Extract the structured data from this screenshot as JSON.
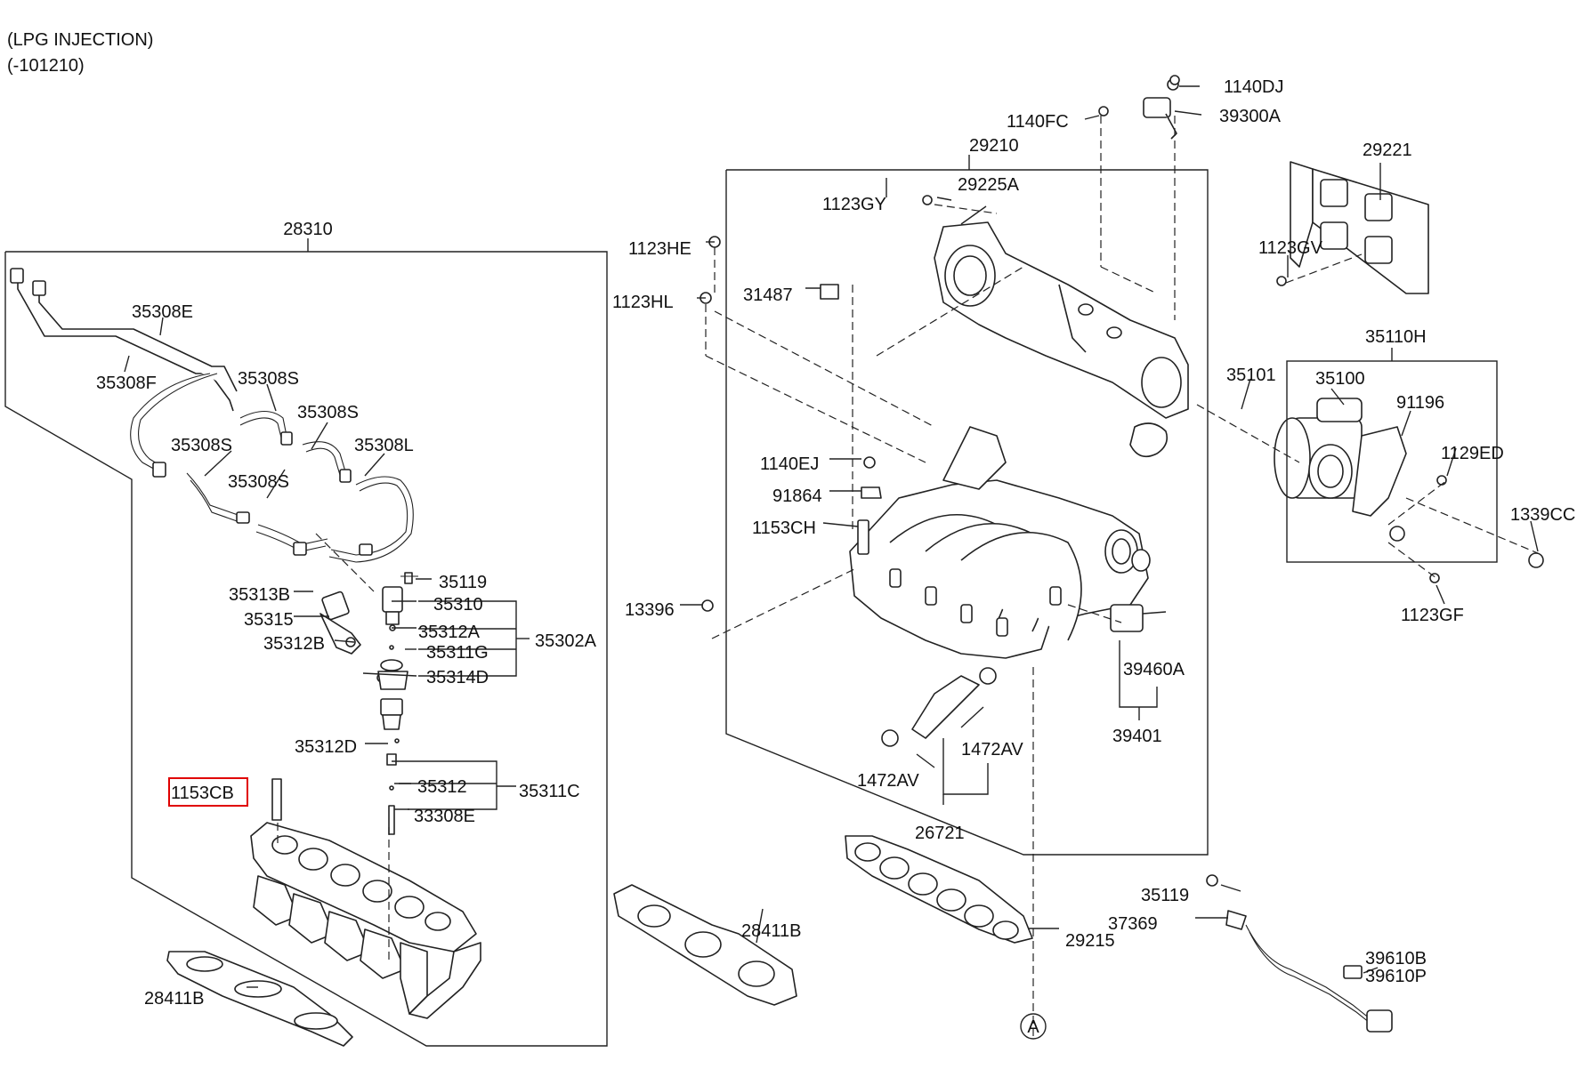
{
  "header": {
    "line1": "(LPG INJECTION)",
    "line2": "(-101210)"
  },
  "ref_marker": "A",
  "highlighted_part": "1153CB",
  "highlight_color": "#e00000",
  "labels": {
    "p28310": "28310",
    "p35308E": "35308E",
    "p35308F": "35308F",
    "p35308S_a": "35308S",
    "p35308S_b": "35308S",
    "p35308S_c": "35308S",
    "p35308L": "35308L",
    "p35308S_d": "35308S",
    "p35313B": "35313B",
    "p35315": "35315",
    "p35312B": "35312B",
    "p35119_left": "35119",
    "p35310": "35310",
    "p35312A": "35312A",
    "p35302A": "35302A",
    "p35311G": "35311G",
    "p35314D": "35314D",
    "p35312D": "35312D",
    "p1153CB": "1153CB",
    "p35312": "35312",
    "p35311C": "35311C",
    "p33308E": "33308E",
    "p28411B_left": "28411B",
    "p28411B_center": "28411B",
    "p26721": "26721",
    "p1472AV_left": "1472AV",
    "p1472AV_right": "1472AV",
    "p29215": "29215",
    "p29210": "29210",
    "p29225A": "29225A",
    "p1123GY": "1123GY",
    "p1123HE": "1123HE",
    "p1123HL": "1123HL",
    "p31487": "31487",
    "p1140EJ": "1140EJ",
    "p91864": "91864",
    "p1153CH": "1153CH",
    "p13396": "13396",
    "p1140FC": "1140FC",
    "p1140DJ": "1140DJ",
    "p39300A": "39300A",
    "p29221": "29221",
    "p1123GV": "1123GV",
    "p35110H": "35110H",
    "p35101": "35101",
    "p35100": "35100",
    "p91196": "91196",
    "p1129ED": "1129ED",
    "p1339CC": "1339CC",
    "p1123GF": "1123GF",
    "p39460A": "39460A",
    "p39401": "39401",
    "p35119_right": "35119",
    "p37369": "37369",
    "p39610B": "39610B",
    "p39610P": "39610P"
  }
}
